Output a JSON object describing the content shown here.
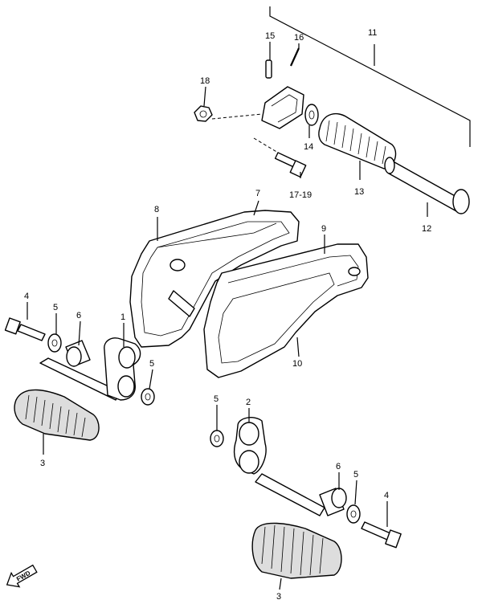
{
  "callouts": {
    "c1": "1",
    "c2": "2",
    "c3a": "3",
    "c3b": "3",
    "c4a": "4",
    "c4b": "4",
    "c5a": "5",
    "c5b": "5",
    "c5c": "5",
    "c5d": "5",
    "c6a": "6",
    "c6b": "6",
    "c7": "7",
    "c8": "8",
    "c9": "9",
    "c10": "10",
    "c11": "11",
    "c12": "12",
    "c13": "13",
    "c14": "14",
    "c15": "15",
    "c16": "16",
    "c17": "17-19",
    "c18": "18"
  },
  "fwd_label": "FWD",
  "icons": {
    "fwd": "fwd-arrow-icon"
  }
}
